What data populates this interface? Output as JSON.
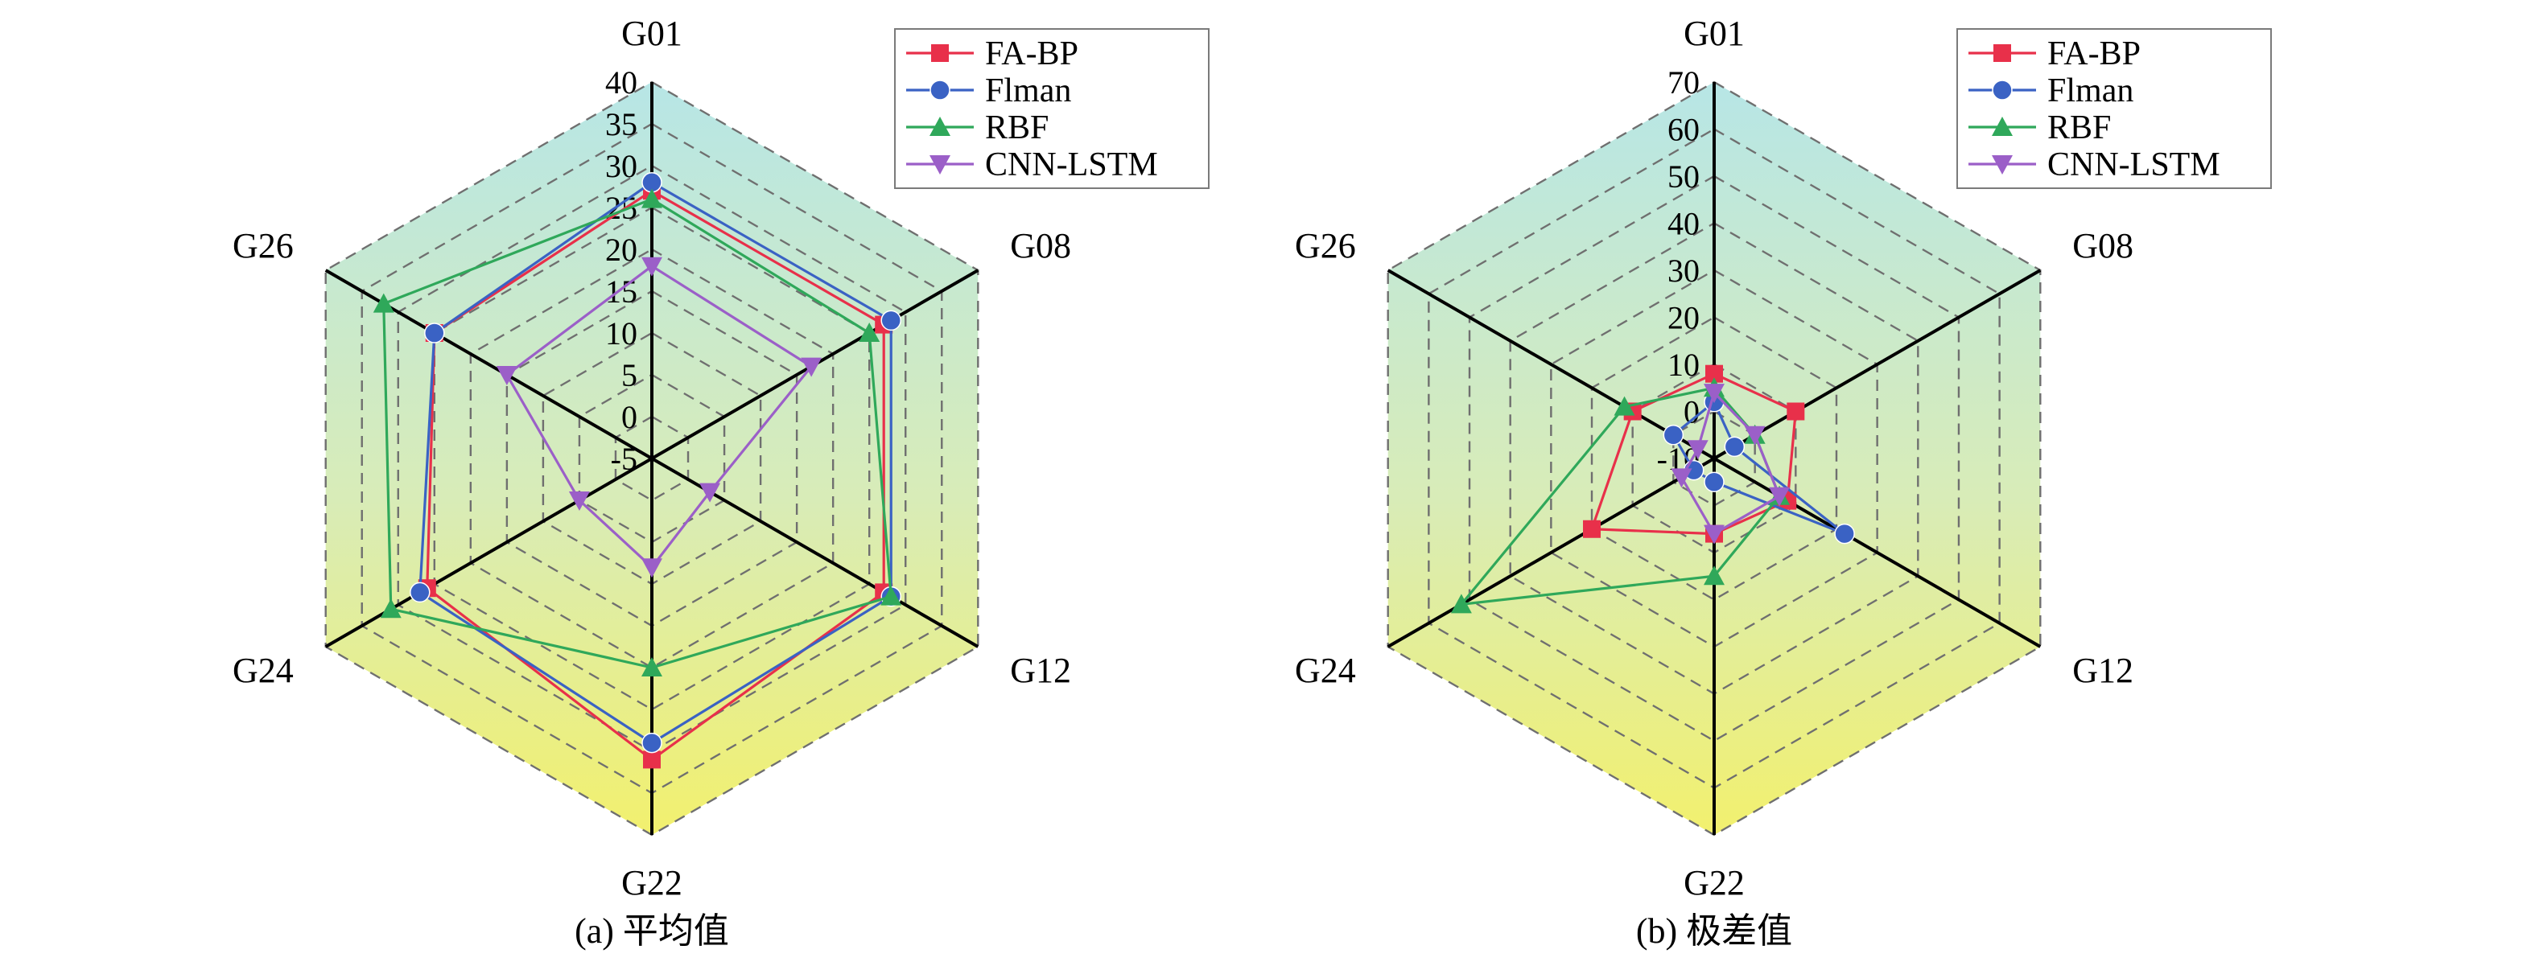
{
  "chart_data": [
    {
      "type": "radar",
      "title": "",
      "caption": "(a) 平均值",
      "categories": [
        "G01",
        "G08",
        "G12",
        "G22",
        "G24",
        "G26"
      ],
      "rlim": [
        -5,
        40
      ],
      "ticks": [
        "-5",
        "0",
        "5",
        "10",
        "15",
        "20",
        "25",
        "30",
        "35",
        "40"
      ],
      "legend_position": "top-right",
      "series": [
        {
          "name": "FA-BP",
          "color": "#e8304a",
          "marker": "square",
          "values": [
            27,
            27,
            27,
            31,
            26,
            25
          ]
        },
        {
          "name": "Flman",
          "color": "#3a62c4",
          "marker": "circle",
          "values": [
            28,
            28,
            28,
            29,
            27,
            25
          ]
        },
        {
          "name": "RBF",
          "color": "#2fa85a",
          "marker": "triangle-up",
          "values": [
            26,
            25,
            28,
            20,
            31,
            32
          ]
        },
        {
          "name": "CNN-LSTM",
          "color": "#9b5fc8",
          "marker": "triangle-down",
          "values": [
            18,
            17,
            3,
            8,
            5,
            15
          ]
        }
      ]
    },
    {
      "type": "radar",
      "title": "",
      "caption": "(b) 极差值",
      "categories": [
        "G01",
        "G08",
        "G12",
        "G22",
        "G24",
        "G26"
      ],
      "rlim": [
        -10,
        70
      ],
      "ticks": [
        "-10",
        "0",
        "10",
        "20",
        "30",
        "40",
        "50",
        "60",
        "70"
      ],
      "legend_position": "top-right",
      "series": [
        {
          "name": "FA-BP",
          "color": "#e8304a",
          "marker": "square",
          "values": [
            8,
            10,
            8,
            6,
            20,
            10
          ]
        },
        {
          "name": "Flman",
          "color": "#3a62c4",
          "marker": "circle",
          "values": [
            2,
            -5,
            22,
            -5,
            -5,
            0
          ]
        },
        {
          "name": "RBF",
          "color": "#2fa85a",
          "marker": "triangle-up",
          "values": [
            5,
            0,
            6,
            15,
            52,
            12
          ]
        },
        {
          "name": "CNN-LSTM",
          "color": "#9b5fc8",
          "marker": "triangle-down",
          "values": [
            4,
            0,
            6,
            6,
            -2,
            -6
          ]
        }
      ]
    }
  ]
}
